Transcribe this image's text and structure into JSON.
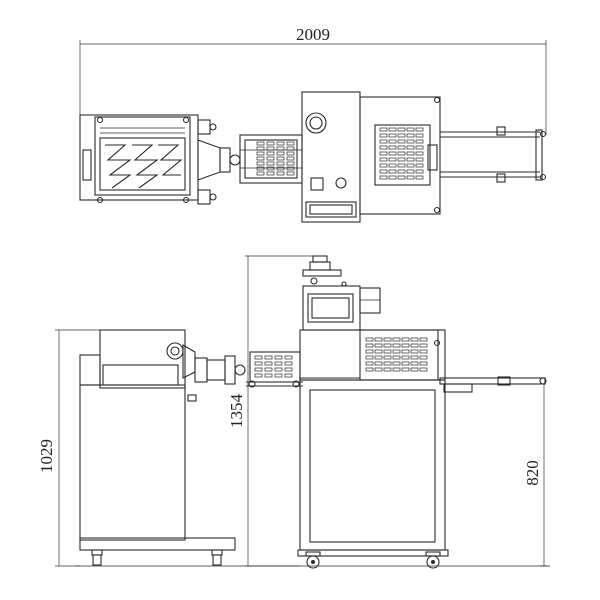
{
  "dimensions": {
    "overall_length": "2009",
    "hopper_unit_height": "1029",
    "main_unit_height": "1354",
    "conveyor_height": "820"
  },
  "colors": {
    "line": "#2a2a2a",
    "background": "#ffffff"
  }
}
